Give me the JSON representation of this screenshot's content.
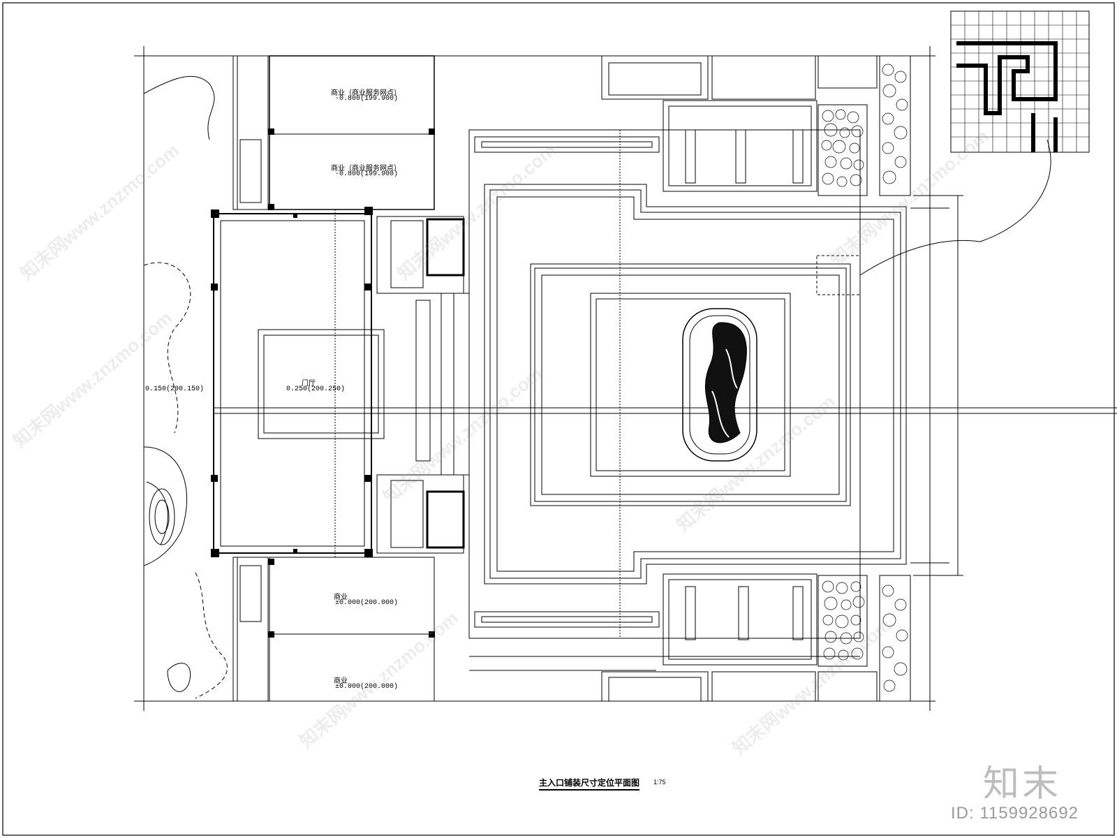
{
  "drawing": {
    "title": "主入口铺装尺寸定位平面图",
    "scale": "1:75",
    "labels": {
      "shop_top_1_name": "商业（商业服务网点）",
      "shop_top_1_elev": "-0.800(199.900)",
      "shop_top_2_name": "商业（商业服务网点）",
      "shop_top_2_elev": "-0.800(199.900)",
      "hall_name": "门厅",
      "hall_elev": "0.250(200.250)",
      "left_elev": "0.150(200.150)",
      "shop_bot_1_name": "商业",
      "shop_bot_1_elev": "±0.000(200.000)",
      "shop_bot_2_name": "商业",
      "shop_bot_2_elev": "±0.000(200.000)"
    }
  },
  "branding": {
    "logo": "知末",
    "id": "ID: 1159928692",
    "watermark": "知末网www.znzmo.com"
  }
}
